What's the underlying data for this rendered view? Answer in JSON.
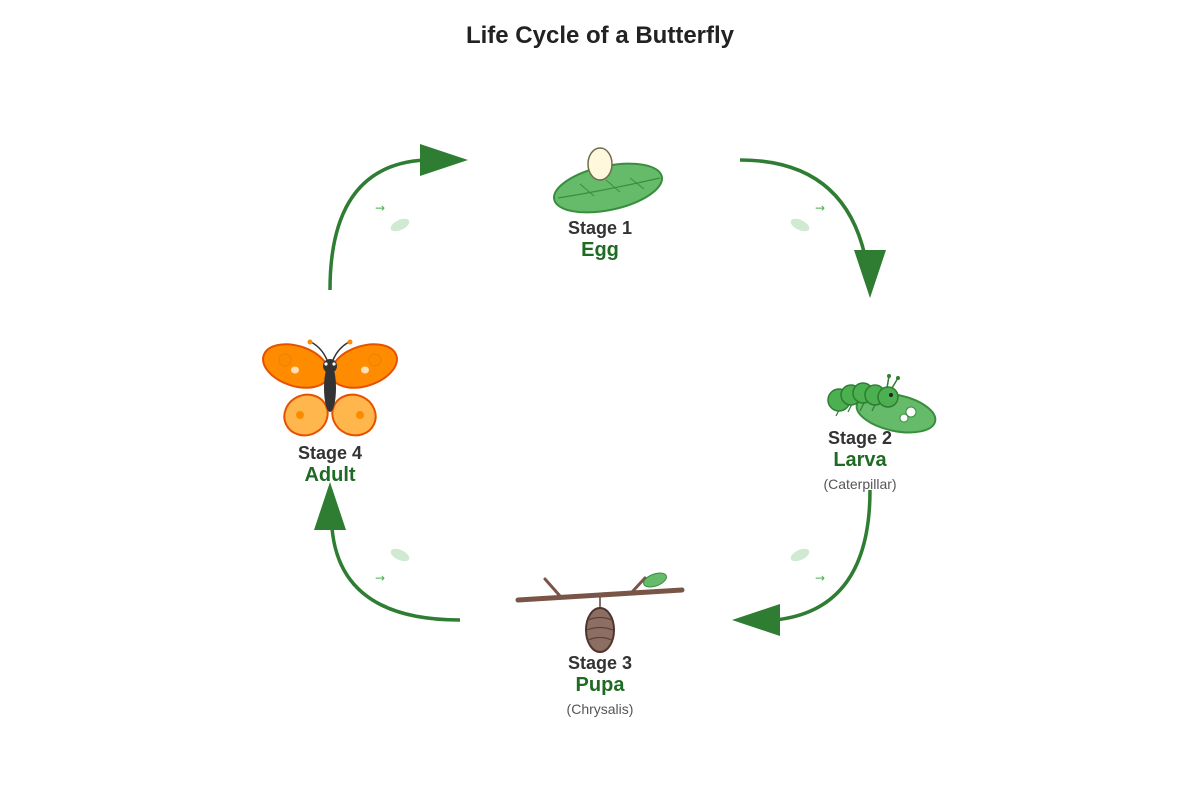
{
  "title": "Life Cycle of a Butterfly",
  "colors": {
    "arrow": "#2e7d32",
    "stage_name": "#1f6b24",
    "leaf": "#66bb6a",
    "egg": "#fff8dc",
    "caterpillar": "#4caf50",
    "chrysalis": "#8d6e63",
    "branch": "#795548",
    "wing_orange": "#ff8c00",
    "wing_light": "#ffb74d"
  },
  "arrow_glyph": "→",
  "stages": [
    {
      "number": "Stage 1",
      "name": "Egg",
      "subtitle": "",
      "icon": "egg-on-leaf-icon"
    },
    {
      "number": "Stage 2",
      "name": "Larva",
      "subtitle": "(Caterpillar)",
      "icon": "caterpillar-icon"
    },
    {
      "number": "Stage 3",
      "name": "Pupa",
      "subtitle": "(Chrysalis)",
      "icon": "chrysalis-icon"
    },
    {
      "number": "Stage 4",
      "name": "Adult",
      "subtitle": "",
      "icon": "butterfly-icon"
    }
  ]
}
